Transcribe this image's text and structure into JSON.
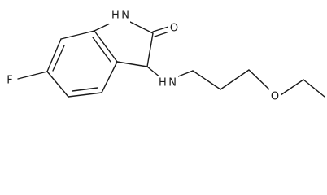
{
  "molecule": {
    "atoms": {
      "nh_ring": "H N",
      "carbonyl_o": "O",
      "fluorine": "F",
      "nh_chain": "H N",
      "ether_o": "O"
    },
    "colors": {
      "bond": "#1a1a1a",
      "label": "#1a1a1a",
      "background": "#ffffff"
    }
  }
}
